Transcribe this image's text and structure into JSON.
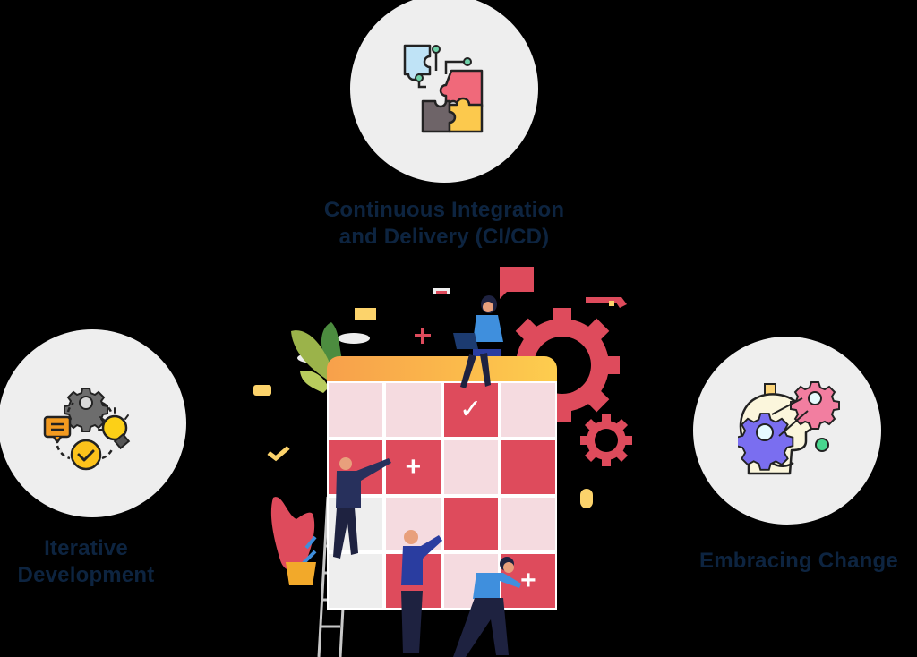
{
  "colors": {
    "background": "#000000",
    "circle": "#eeeeee",
    "label_text": "#0d2440",
    "accent_red": "#de4b5c",
    "accent_pink": "#f5dbe0",
    "accent_orange": "#f7a04b",
    "accent_yellow": "#fdcd4e",
    "accent_blue": "#3f8fdd",
    "navy": "#27305c"
  },
  "nodes": [
    {
      "id": "cicd",
      "icon": "puzzle-pieces-icon",
      "label_line1": "Continuous Integration",
      "label_line2": "and Delivery (CI/CD)"
    },
    {
      "id": "iterative",
      "icon": "iteration-cycle-icon",
      "label_line1": "Iterative",
      "label_line2": "Development"
    },
    {
      "id": "change",
      "icon": "head-gears-icon",
      "label_line1": "Embracing Change"
    }
  ],
  "illustration": {
    "subject": "team-planning-calendar",
    "calendar": {
      "columns": 4,
      "rows": 4,
      "cells": [
        {
          "state": "pink",
          "mark": ""
        },
        {
          "state": "pink",
          "mark": ""
        },
        {
          "state": "red",
          "mark": "✓"
        },
        {
          "state": "pink",
          "mark": ""
        },
        {
          "state": "red",
          "mark": ""
        },
        {
          "state": "red",
          "mark": "+"
        },
        {
          "state": "pink",
          "mark": ""
        },
        {
          "state": "red",
          "mark": ""
        },
        {
          "state": "grey",
          "mark": ""
        },
        {
          "state": "pink",
          "mark": ""
        },
        {
          "state": "red",
          "mark": ""
        },
        {
          "state": "pink",
          "mark": ""
        },
        {
          "state": "grey",
          "mark": ""
        },
        {
          "state": "red",
          "mark": ""
        },
        {
          "state": "pink",
          "mark": ""
        },
        {
          "state": "red",
          "mark": "+"
        }
      ]
    }
  }
}
